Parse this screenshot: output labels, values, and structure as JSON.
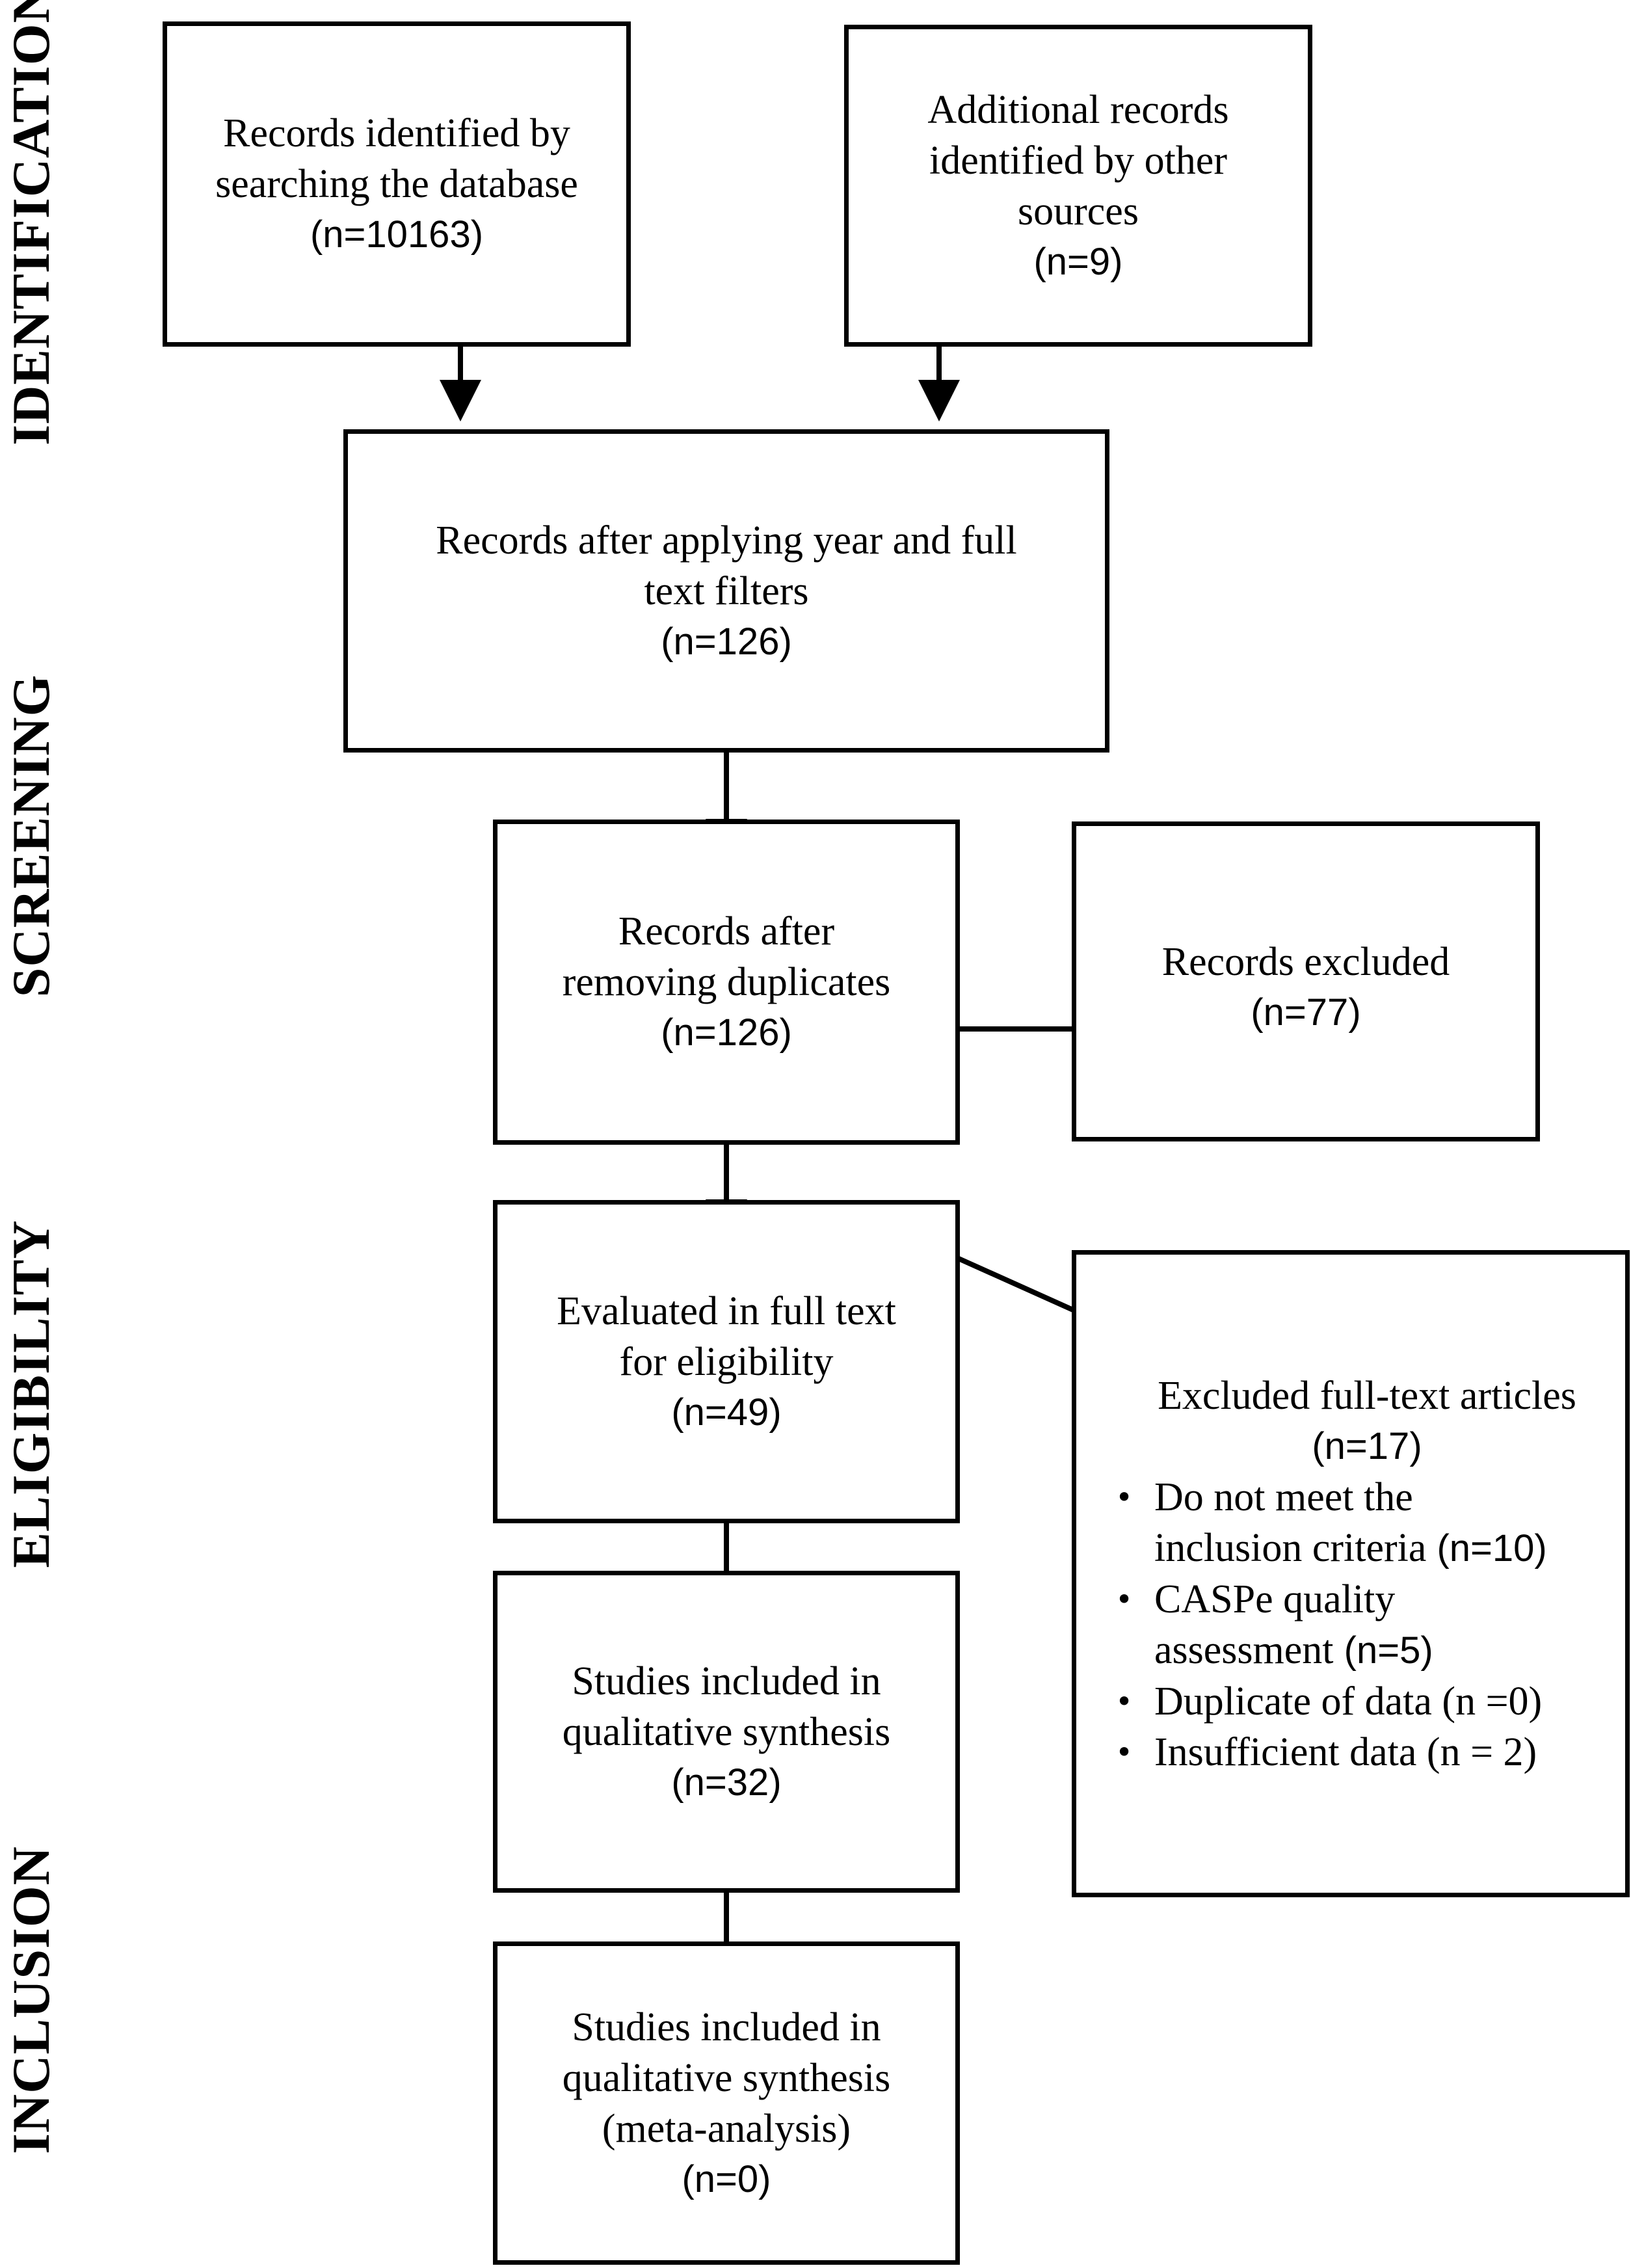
{
  "phases": {
    "identification": "IDENTIFICATION",
    "screening": "SCREENING",
    "eligibility": "ELIGIBILITY",
    "inclusion": "INCLUSION"
  },
  "boxes": {
    "database": {
      "lines": [
        "Records identified by",
        "searching the database"
      ],
      "count": "(n=10163)"
    },
    "other_sources": {
      "lines": [
        "Additional records",
        "identified by other",
        "sources"
      ],
      "count": "(n=9)"
    },
    "after_filters": {
      "lines": [
        "Records after applying year and full",
        "text filters"
      ],
      "count": "(n=126)"
    },
    "after_duplicates": {
      "lines": [
        "Records after",
        "removing duplicates"
      ],
      "count": "(n=126)"
    },
    "excluded": {
      "lines": [
        "Records excluded"
      ],
      "count": "(n=77)"
    },
    "full_text": {
      "lines": [
        "Evaluated in full text",
        "for eligibility"
      ],
      "count": "(n=49)"
    },
    "excluded_full_text": {
      "title": "Excluded full-text articles",
      "count": "(n=17)",
      "reasons": [
        {
          "lines": [
            "Do not meet the",
            "inclusion criteria"
          ],
          "count": " (n=10)"
        },
        {
          "lines": [
            "CASPe quality",
            "assessment"
          ],
          "count": " (n=5)"
        },
        {
          "lines": [
            "Duplicate of data (n =0)"
          ],
          "count": ""
        },
        {
          "lines": [
            "Insufficient data (n = 2)"
          ],
          "count": ""
        }
      ]
    },
    "qualitative": {
      "lines": [
        "Studies included in",
        "qualitative synthesis"
      ],
      "count": "(n=32)"
    },
    "meta_analysis": {
      "lines": [
        "Studies included in",
        "qualitative synthesis",
        "(meta-analysis)"
      ],
      "count": "(n=0)"
    }
  }
}
